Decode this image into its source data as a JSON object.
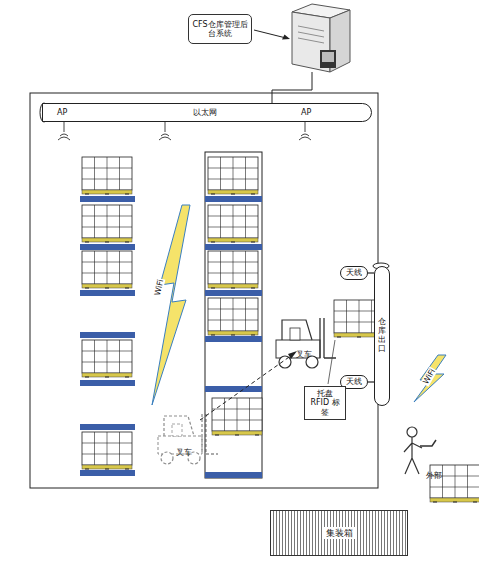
{
  "diagram": {
    "nodes": [
      {
        "text": [
          "CFS仓库管理后台系统"
        ]
      },
      {
        "text": [
          "AP",
          "以太网",
          "AP"
        ]
      },
      {
        "text": [
          "天线"
        ]
      },
      {
        "text": [
          "仓库出口"
        ]
      },
      {
        "text": [
          "天线"
        ]
      },
      {
        "text": [
          "托盘 RFID 标签"
        ]
      },
      {
        "text": [
          "集装箱"
        ]
      }
    ],
    "edges": [
      {
        "from": 2,
        "to": 3,
        "arrow": "none"
      },
      {
        "from": 4,
        "to": 3,
        "arrow": "none"
      }
    ],
    "labels": [
      "WiFi",
      "叉车",
      "叉车",
      "WiFi",
      "外部"
    ]
  }
}
